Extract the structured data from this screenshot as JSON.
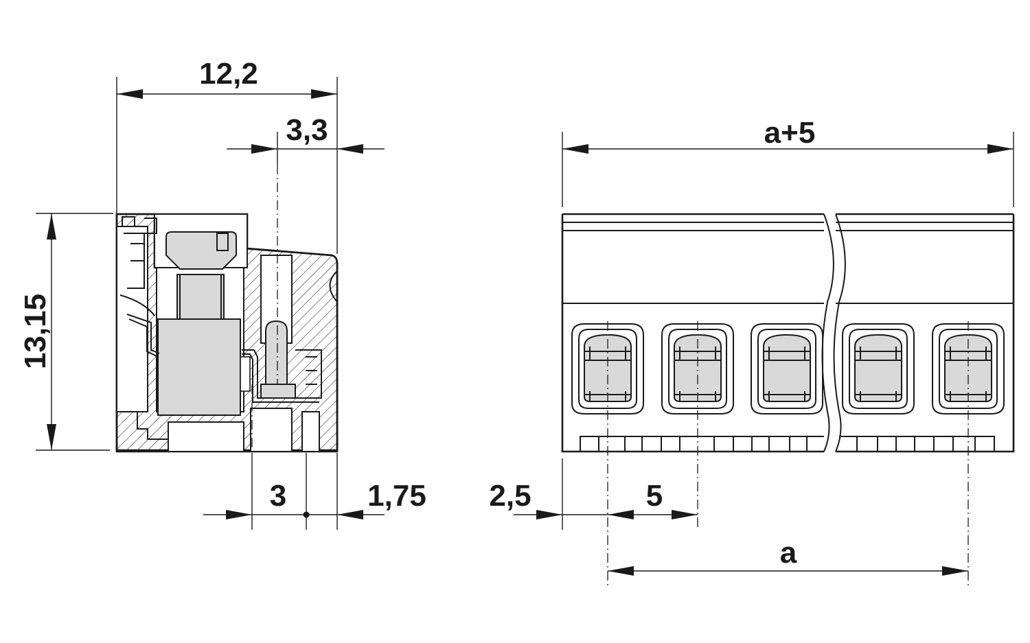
{
  "dimensions": {
    "width_total": "12,2",
    "offset_top": "3,3",
    "height": "13,15",
    "pitch_small": "3",
    "offset_small": "1,75",
    "offset_left": "2,5",
    "pitch": "5",
    "span": "a",
    "length_total": "a+5"
  }
}
